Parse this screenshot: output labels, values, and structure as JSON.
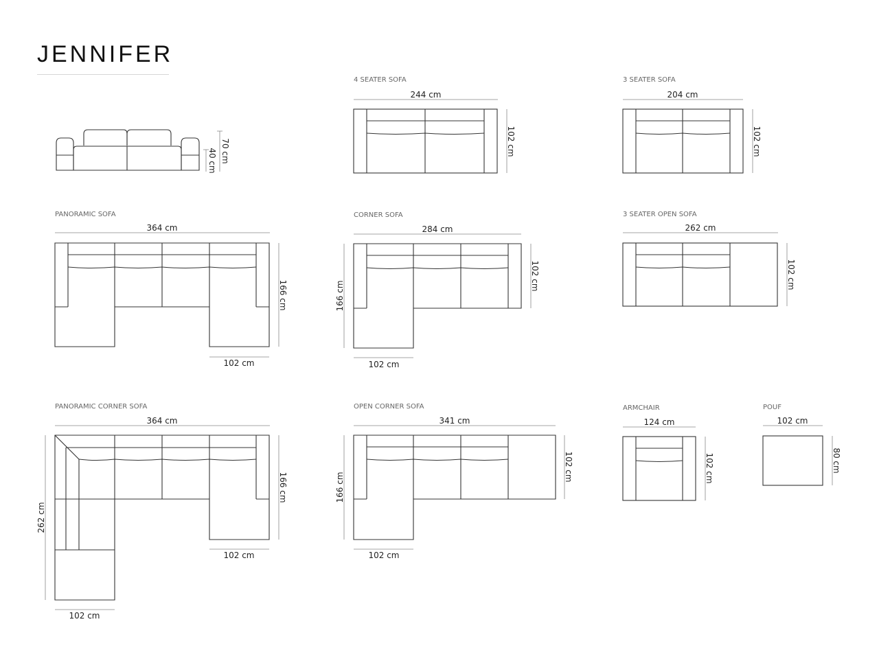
{
  "brand": {
    "name": "JENNIFER"
  },
  "front_view": {
    "total_height": "70 cm",
    "seat_height": "40 cm"
  },
  "models": {
    "four_seater": {
      "title": "4 SEATER SOFA",
      "width": "244 cm",
      "depth": "102 cm"
    },
    "three_seater": {
      "title": "3 SEATER SOFA",
      "width": "204 cm",
      "depth": "102 cm"
    },
    "panoramic": {
      "title": "PANORAMIC SOFA",
      "width": "364 cm",
      "depth": "166 cm",
      "module": "102 cm"
    },
    "corner": {
      "title": "CORNER SOFA",
      "width": "284 cm",
      "depth": "102 cm",
      "side_depth": "166 cm",
      "module": "102 cm"
    },
    "three_seater_open": {
      "title": "3 SEATER OPEN SOFA",
      "width": "262 cm",
      "depth": "102 cm"
    },
    "panoramic_corner": {
      "title": "PANORAMIC CORNER SOFA",
      "width": "364 cm",
      "depth": "166 cm",
      "side_depth": "262 cm",
      "module_right": "102 cm",
      "module_bottom": "102 cm"
    },
    "open_corner": {
      "title": "OPEN CORNER SOFA",
      "width": "341 cm",
      "depth": "102 cm",
      "side_depth": "166 cm",
      "module": "102 cm"
    },
    "armchair": {
      "title": "ARMCHAIR",
      "width": "124 cm",
      "depth": "102 cm"
    },
    "pouf": {
      "title": "POUF",
      "width": "102 cm",
      "depth": "80 cm"
    }
  }
}
